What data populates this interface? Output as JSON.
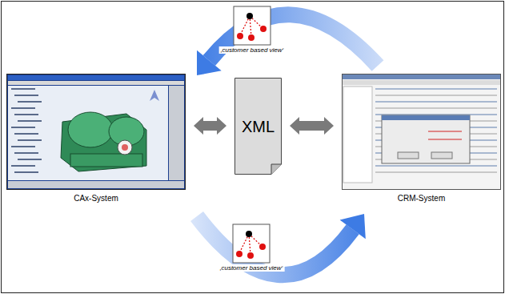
{
  "diagram": {
    "nodes": [
      {
        "text": [
          "CAx-System"
        ]
      },
      {
        "text": [
          "XML"
        ]
      },
      {
        "text": [
          "CRM-System"
        ]
      }
    ],
    "edges": [
      {
        "from": 0,
        "to": 1,
        "arrow": "both"
      },
      {
        "from": 1,
        "to": 2,
        "arrow": "both"
      },
      {
        "from": 2,
        "to": 0,
        "arrow": "to",
        "label": "‚customer based view‘"
      },
      {
        "from": 0,
        "to": 2,
        "arrow": "to",
        "label": "‚customer based view‘"
      }
    ]
  }
}
